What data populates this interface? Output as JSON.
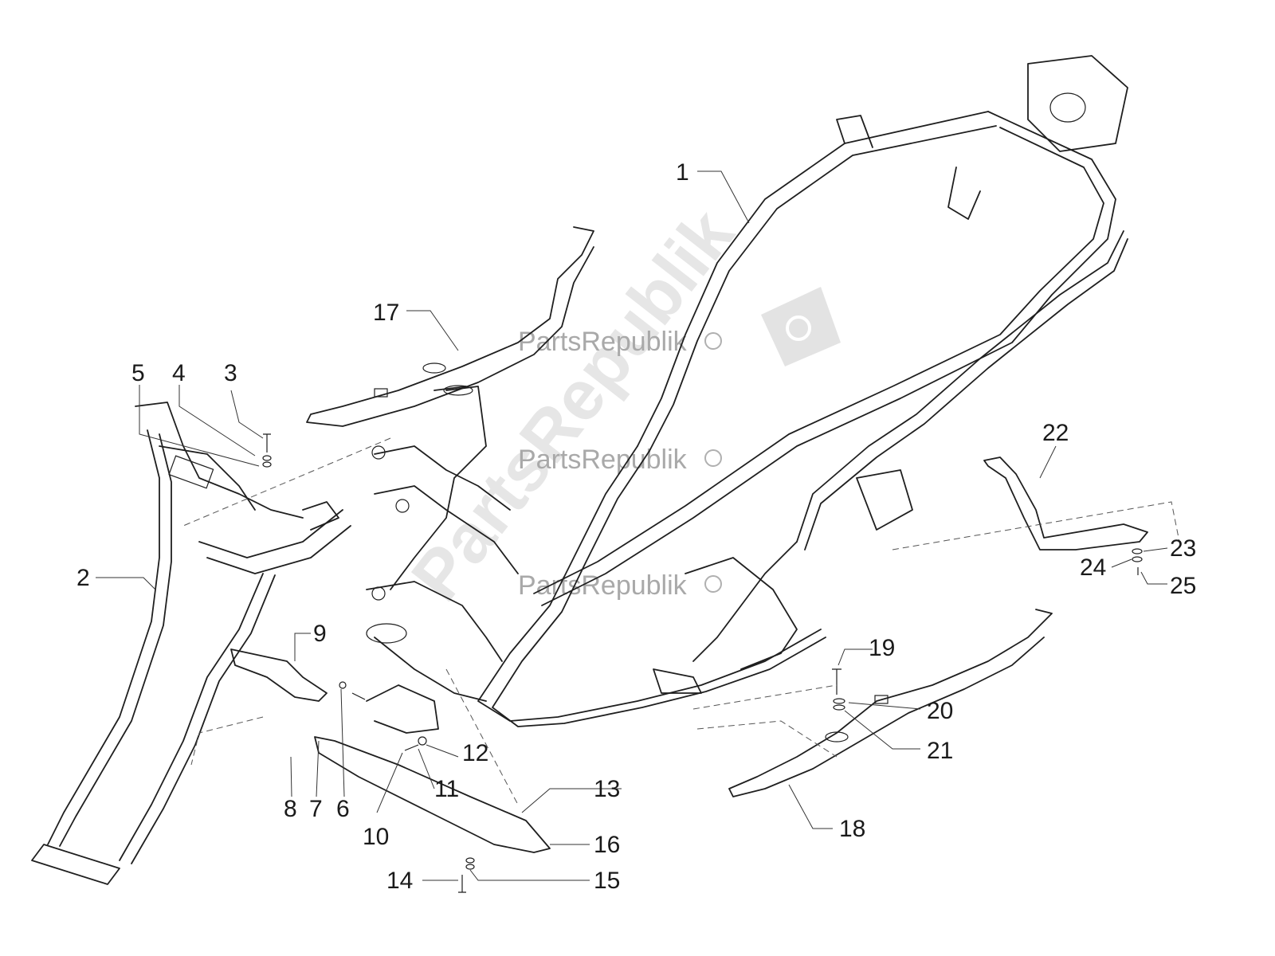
{
  "watermark": {
    "text": "PartsRepublik",
    "diagonal_text": "PartsRepublik"
  },
  "callouts": {
    "c1": "1",
    "c2": "2",
    "c3": "3",
    "c4": "4",
    "c5": "5",
    "c6": "6",
    "c7": "7",
    "c8": "8",
    "c9": "9",
    "c10": "10",
    "c11": "11",
    "c12": "12",
    "c13": "13",
    "c14": "14",
    "c15": "15",
    "c16": "16",
    "c17": "17",
    "c18": "18",
    "c19": "19",
    "c20": "20",
    "c21": "21",
    "c22": "22",
    "c23": "23",
    "c24": "24",
    "c25": "25"
  }
}
